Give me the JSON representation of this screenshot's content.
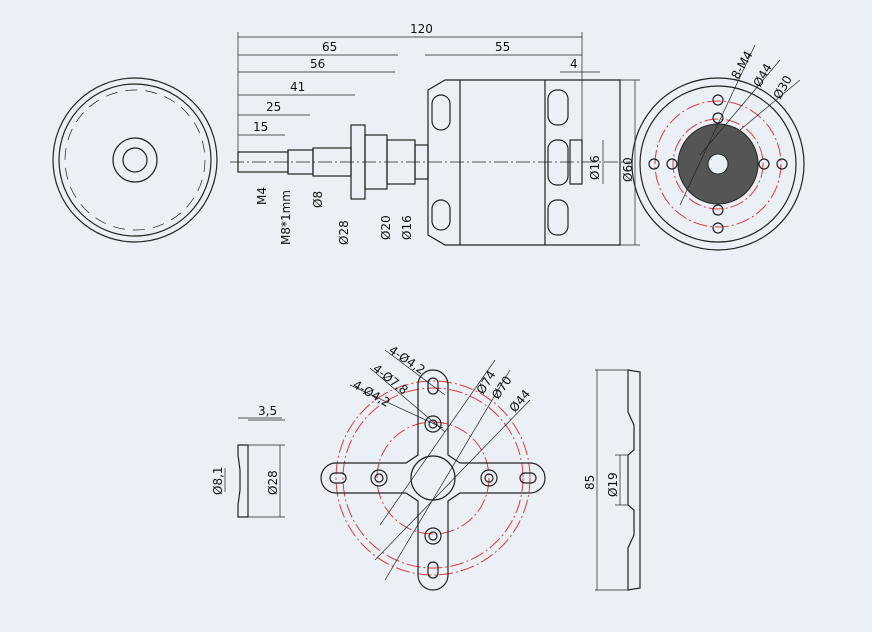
{
  "motor_side": {
    "dims": {
      "overall": "120",
      "to_flange": "65",
      "body": "55",
      "d56": "56",
      "d4": "4",
      "d41": "41",
      "d25": "25",
      "d15": "15"
    },
    "shaft": {
      "m4": "M4",
      "thread": "M8*1mm",
      "d8": "Ø8",
      "d28": "Ø28",
      "d20": "Ø20",
      "d16": "Ø16"
    },
    "body": {
      "d16": "Ø16",
      "d60": "Ø60"
    }
  },
  "motor_back": {
    "holes": "8-M4",
    "d44": "Ø44",
    "d30": "Ø30"
  },
  "prop_adapter": {
    "thickness": "3,5",
    "bore": "Ø8,1",
    "outer": "Ø28"
  },
  "mount": {
    "hole_a": "4-Ø4,2",
    "hole_b": "4-Ø7,8",
    "hole_c": "4-Ø4,2",
    "d74": "Ø74",
    "d70": "Ø70",
    "d44": "Ø44"
  },
  "mount_side": {
    "height": "85",
    "bore": "Ø19"
  },
  "colors": {
    "line": "#222222",
    "centerline": "#e03a3a",
    "background": "#ebf0f7"
  }
}
